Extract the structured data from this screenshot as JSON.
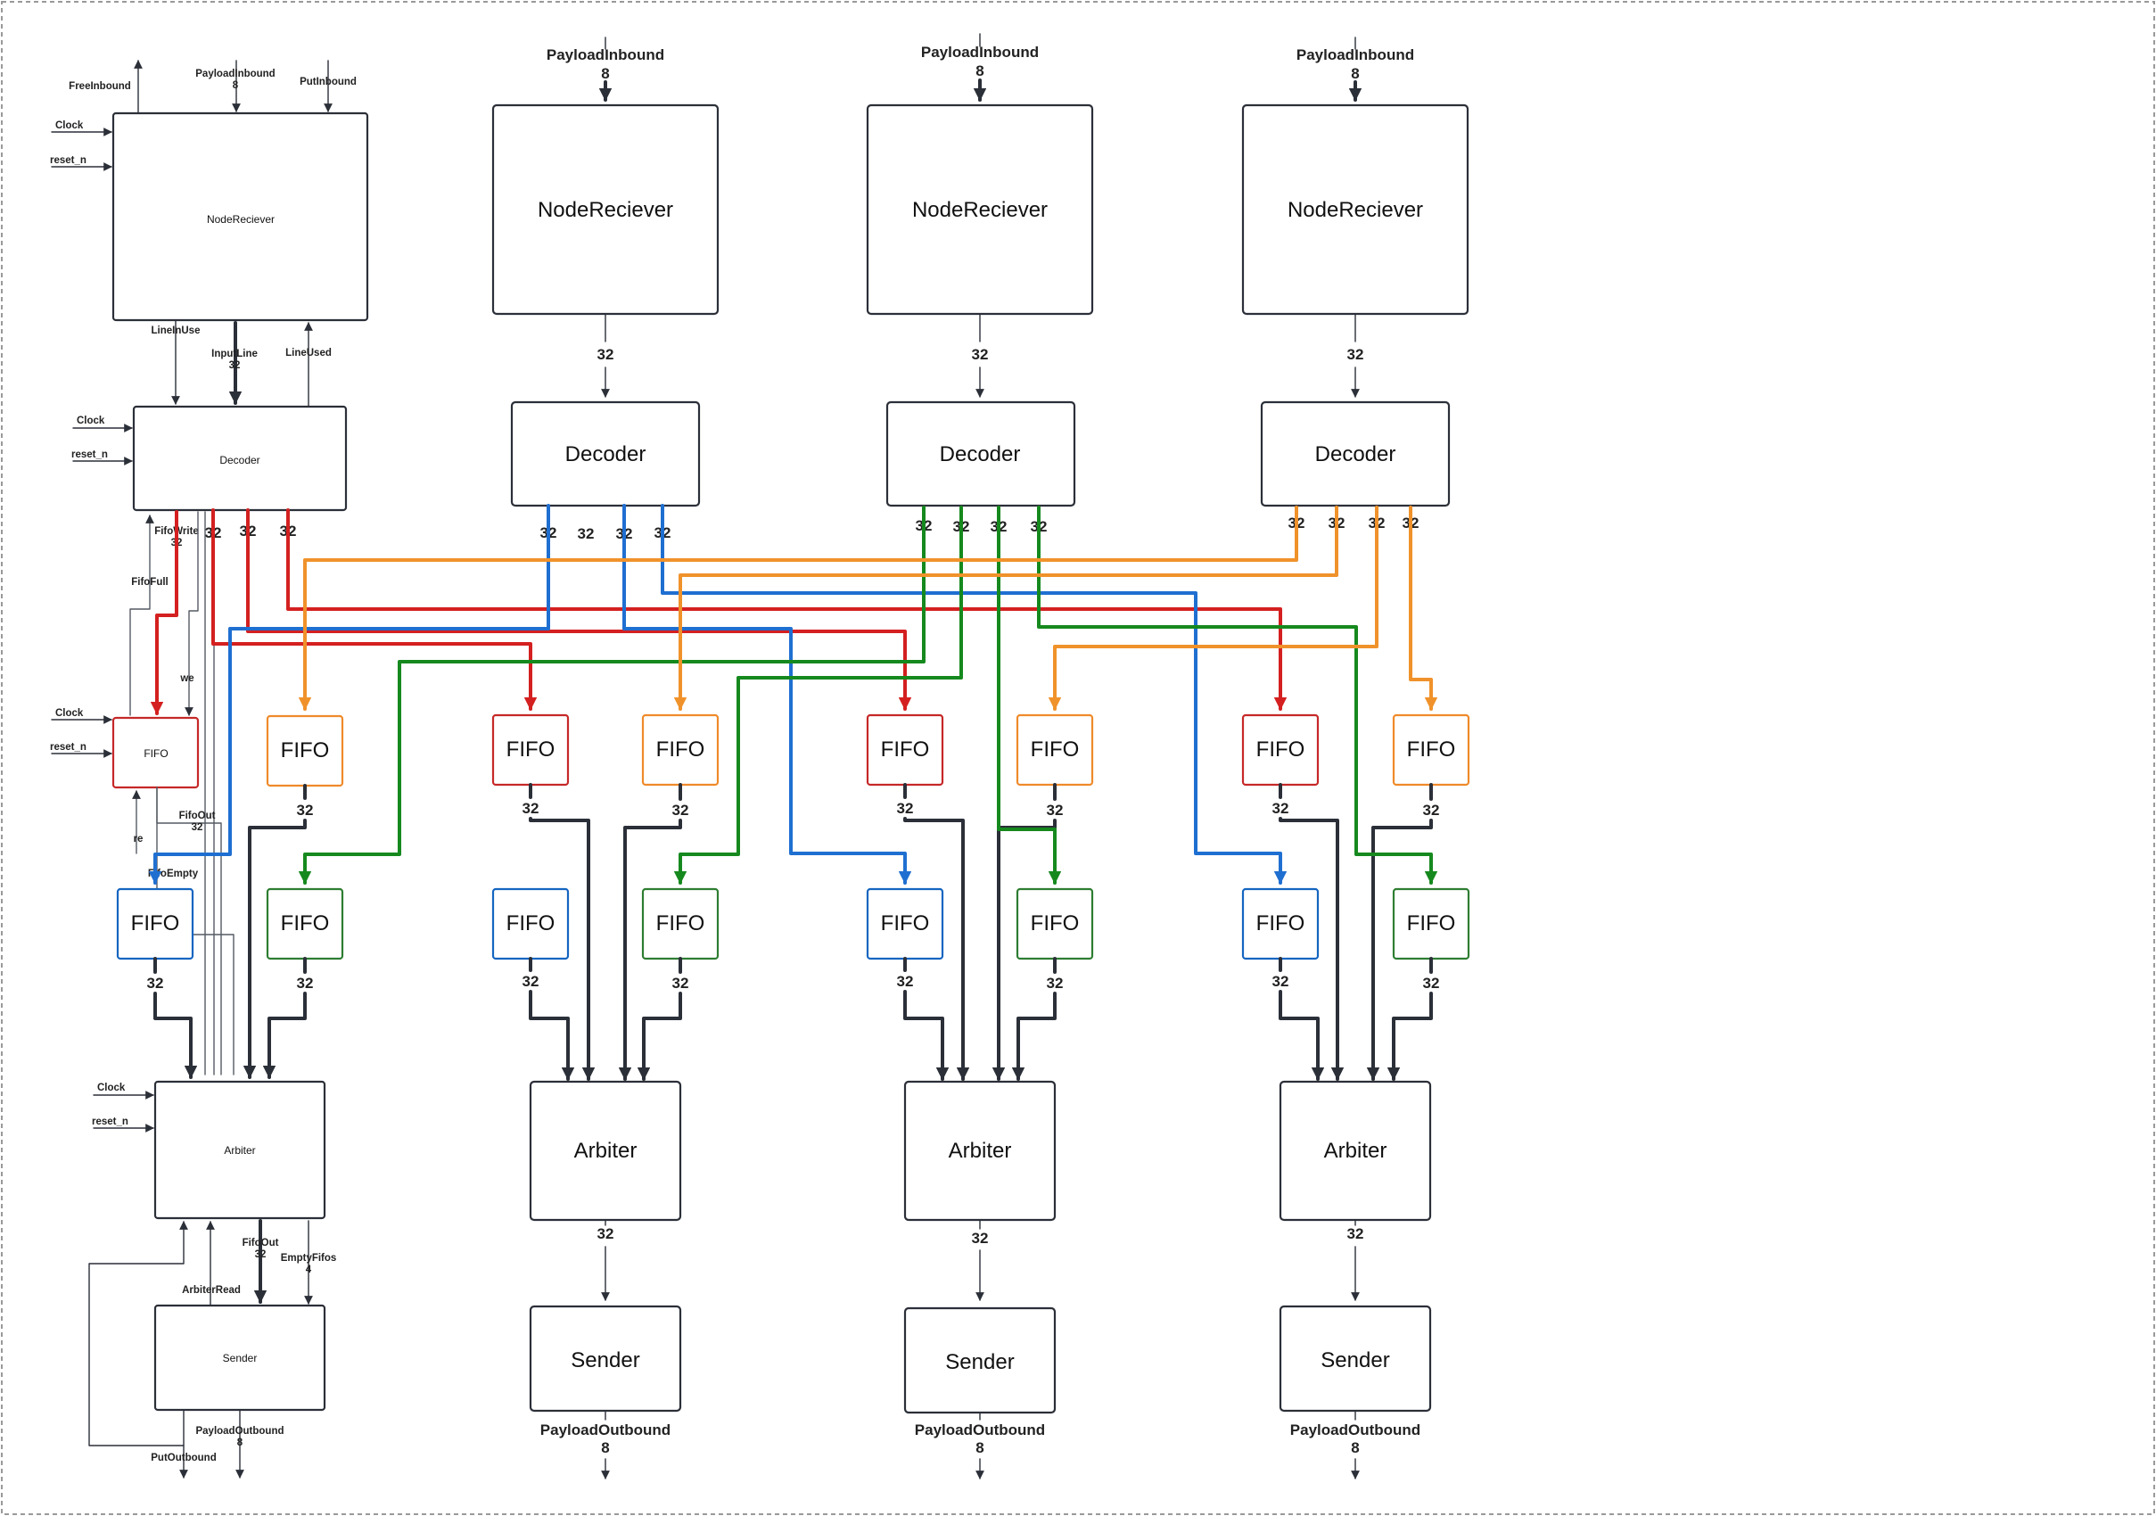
{
  "labels": {
    "node_receiver": "NodeReciever",
    "decoder": "Decoder",
    "fifo": "FIFO",
    "arbiter": "Arbiter",
    "sender": "Sender",
    "payload_inbound": "PayloadInbound",
    "payload_outbound": "PayloadOutbound",
    "width_8": "8",
    "width_32": "32",
    "width_4": "4"
  },
  "signals": {
    "free_inbound": "FreeInbound",
    "put_inbound": "PutInbound",
    "clock": "Clock",
    "reset_n": "reset_n",
    "line_in_use": "LineInUse",
    "input_line": "InputLine",
    "line_used": "LineUsed",
    "fifo_write": "FifoWrite",
    "fifo_full": "FifoFull",
    "we": "we",
    "fifo_out": "FifoOut",
    "re": "re",
    "fifo_empty": "FifoEmpty",
    "empty_fifos": "EmptyFifos",
    "arbiter_read": "ArbiterRead",
    "put_outbound": "PutOutbound"
  },
  "colors": {
    "line": "#2b2f38",
    "red": "#d42020",
    "blue": "#1f6fd1",
    "green": "#16891e",
    "orange": "#f0922b"
  }
}
